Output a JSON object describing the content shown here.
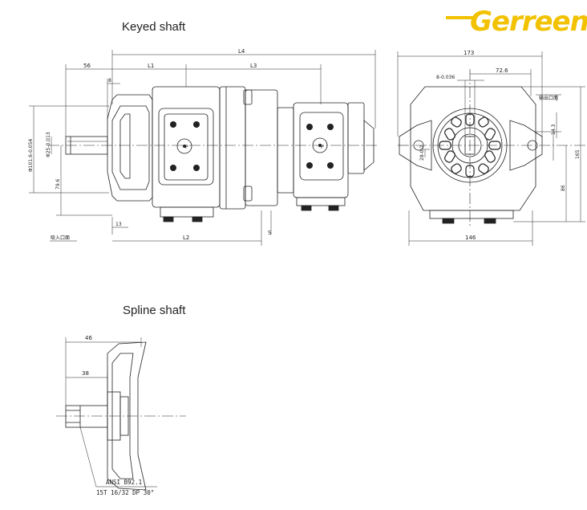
{
  "brand": {
    "name": "Gerreen",
    "color": "#f2c200"
  },
  "sections": {
    "keyed": {
      "title": "Keyed shaft"
    },
    "spline": {
      "title": "Spline shaft"
    }
  },
  "dimensions": {
    "side": {
      "L4": "L4",
      "L1": "L1",
      "L3": "L3",
      "L2": "L2",
      "S": "S",
      "d56": "56",
      "d8": "8",
      "d13": "13",
      "d79_6": "79.6",
      "pilot": "Φ101.6-0.054",
      "shaft": "Φ25-0.013",
      "inlet_note": "吸入口面"
    },
    "front": {
      "d173": "173",
      "d72_6": "72.6",
      "key": "8-0.036",
      "d14_3": "14.3",
      "d28": "28-0.2",
      "d86": "86",
      "d165": "165",
      "d146": "146",
      "outlet_note": "输出口面"
    },
    "spline": {
      "d46": "46",
      "d38": "38",
      "standard": "ANSI B92.1",
      "spec": "15T 16/32 DP 30°"
    }
  }
}
